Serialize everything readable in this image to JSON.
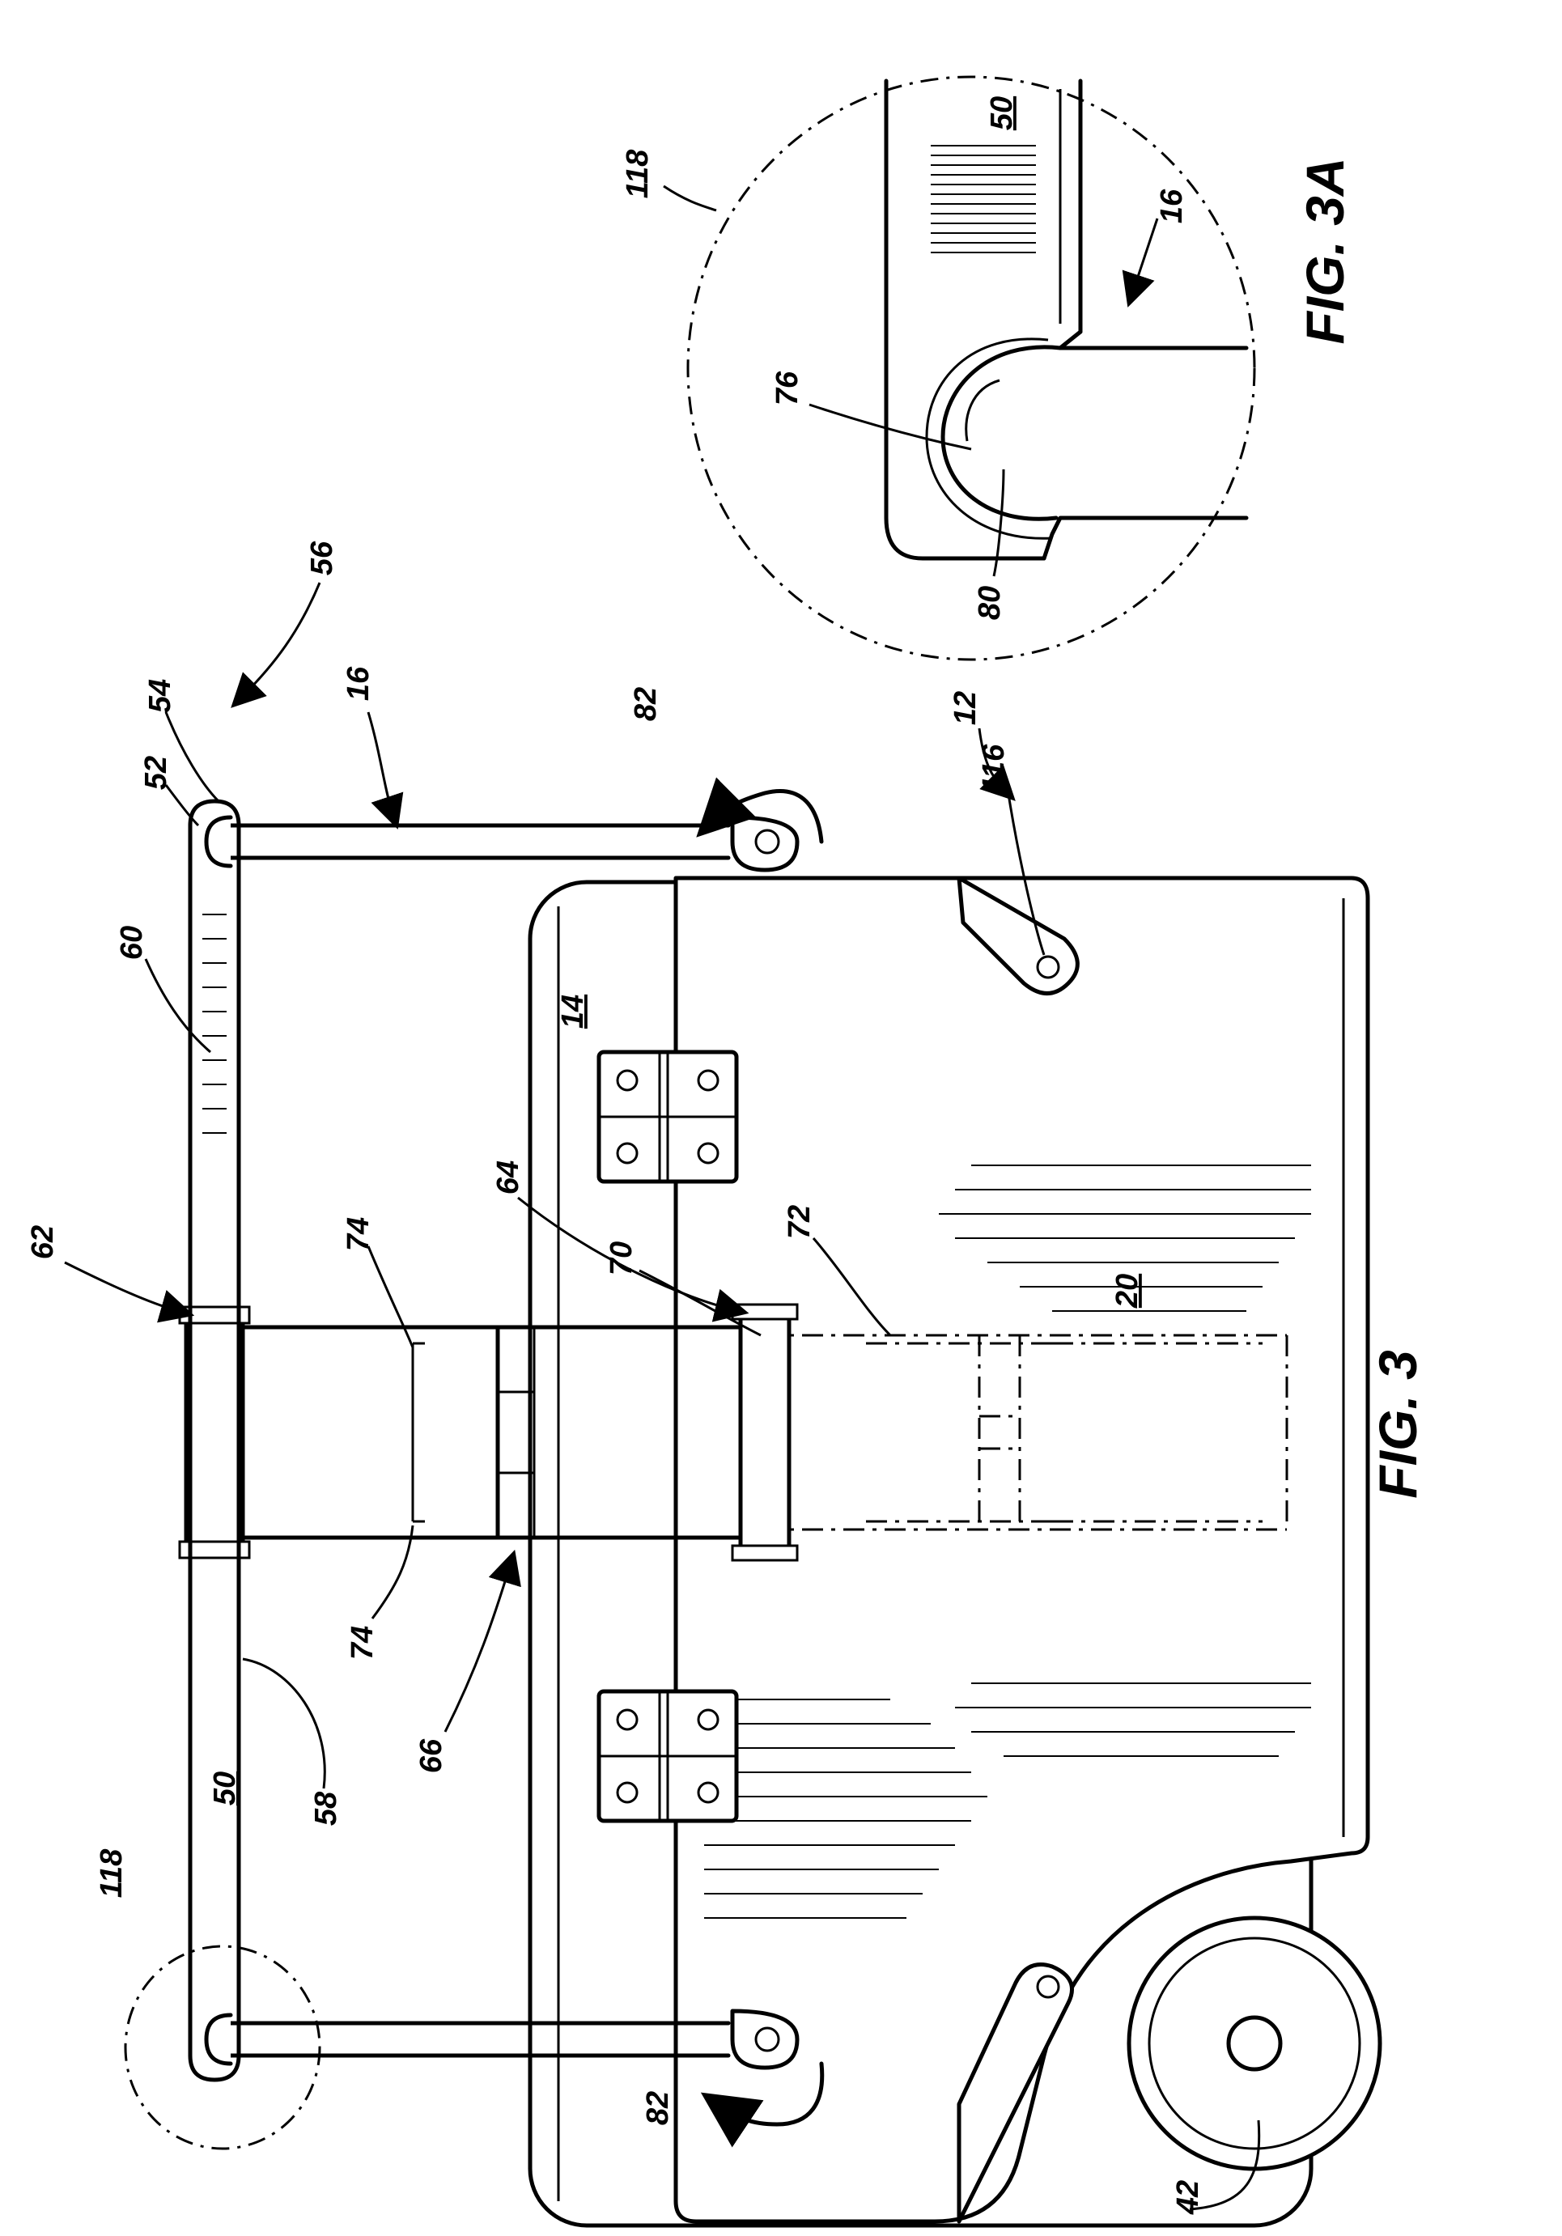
{
  "figures": {
    "main_caption": "FIG. 3",
    "inset_caption": "FIG. 3A"
  },
  "labels": {
    "l12": "12",
    "l14": "14",
    "l16_main": "16",
    "l16_inset": "16",
    "l20": "20",
    "l42": "42",
    "l50_main": "50",
    "l50_inset": "50",
    "l52": "52",
    "l54": "54",
    "l56": "56",
    "l58": "58",
    "l60": "60",
    "l62": "62",
    "l64": "64",
    "l66": "66",
    "l70": "70",
    "l72": "72",
    "l74_top": "74",
    "l74_bottom": "74",
    "l76": "76",
    "l80": "80",
    "l82_top": "82",
    "l82_bottom": "82",
    "l116": "116",
    "l118_main": "118",
    "l118_inset": "118"
  }
}
